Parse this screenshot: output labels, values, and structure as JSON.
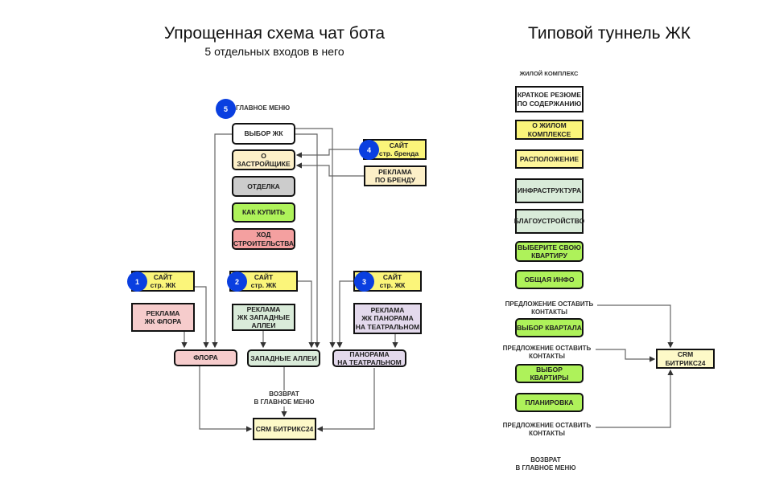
{
  "left": {
    "title": "Упрощенная схема чат бота",
    "subtitle": "5 отдельных входов в него",
    "main_menu_label": "ГЛАВНОЕ МЕНЮ",
    "badges": [
      "1",
      "2",
      "3",
      "4",
      "5"
    ],
    "menu": [
      "ВЫБОР ЖК",
      "О ЗАСТРОЙЩИКЕ",
      "ОТДЕЛКА",
      "КАК КУПИТЬ",
      "ХОД\nСТРОИТЕЛЬСТВА"
    ],
    "brand_site": "САЙТ\nстр. бренда",
    "brand_ad": "РЕКЛАМА\nПО БРЕНДУ",
    "site": "САЙТ\nстр. ЖК",
    "ads": [
      "РЕКЛАМА\nЖК ФЛОРА",
      "РЕКЛАМА\nЖК ЗАПАДНЫЕ\nАЛЛЕИ",
      "РЕКЛАМА\nЖК ПАНОРАМА\nНА ТЕАТРАЛЬНОМ"
    ],
    "complexes": [
      "ФЛОРА",
      "ЗАПАДНЫЕ АЛЛЕИ",
      "ПАНОРАМА\nНА ТЕАТРАЛЬНОМ"
    ],
    "return_label": "ВОЗВРАТ\nВ ГЛАВНОЕ МЕНЮ",
    "crm": "CRM БИТРИКС24"
  },
  "right": {
    "title": "Типовой туннель ЖК",
    "header_label": "ЖИЛОЙ КОМПЛЕКС",
    "steps": [
      "КРАТКОЕ РЕЗЮМЕ\nПО СОДЕРЖАНИЮ",
      "О ЖИЛОМ\nКОМПЛЕКСЕ",
      "РАСПОЛОЖЕНИЕ",
      "ИНФРАСТРУКТУРА",
      "БЛАГОУСТРОЙСТВО",
      "ВЫБЕРИТЕ СВОЮ\nКВАРТИРУ",
      "ОБЩАЯ ИНФО",
      "ВЫБОР КВАРТАЛА",
      "ВЫБОР КВАРТИРЫ",
      "ПЛАНИРОВКА"
    ],
    "offer_label": "ПРЕДЛОЖЕНИЕ ОСТАВИТЬ\nКОНТАКТЫ",
    "return_label": "ВОЗВРАТ\nВ ГЛАВНОЕ МЕНЮ",
    "crm": "CRM БИТРИКС24"
  },
  "colors": {
    "badge": "#0a3fe0",
    "white": "#ffffff",
    "cream": "#fdf0c8",
    "gray": "#cccccc",
    "green": "#aef25a",
    "red": "#f4a0a0",
    "yellow": "#fbf57a",
    "light_yellow": "#fdf59a",
    "pink": "#f6cccc",
    "mint": "#d9ebd9",
    "lavender": "#e3d9ec",
    "crm": "#fdf9c8"
  }
}
